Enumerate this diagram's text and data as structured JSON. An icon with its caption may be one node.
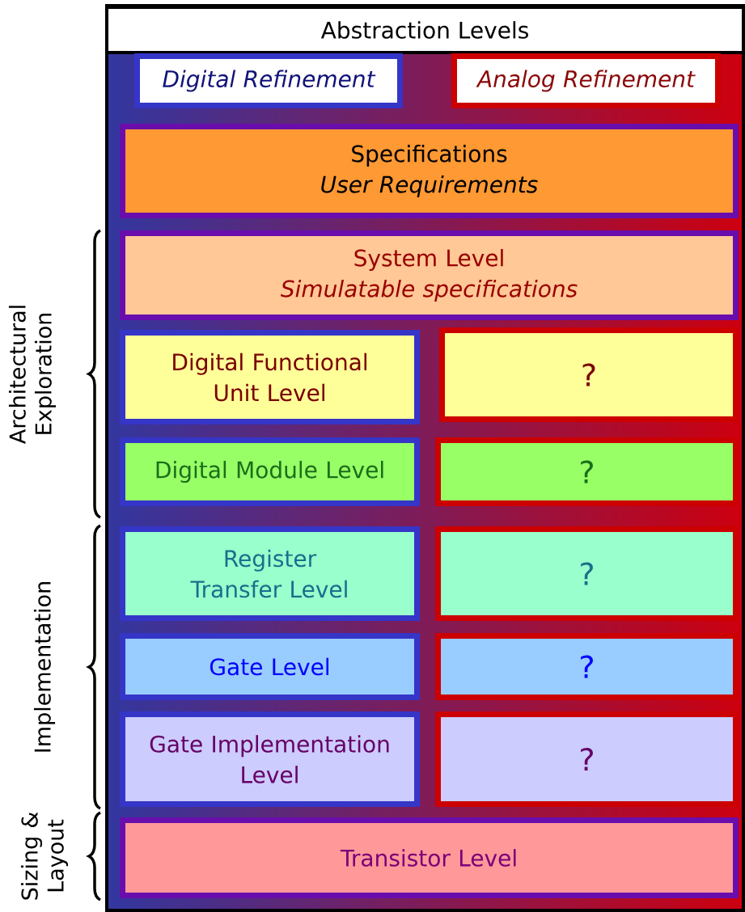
{
  "diagram": {
    "nodes": [
      {
        "text": [
          "Abstraction Levels"
        ]
      },
      {
        "text": [
          "Digital Refinement"
        ],
        "in": 0
      },
      {
        "text": [
          "Analog Refinement"
        ],
        "in": 0
      },
      {
        "text": [
          "Specifications",
          "User Requirements"
        ],
        "in": 0
      },
      {
        "text": [
          "System Level",
          "Simulatable specifications"
        ],
        "in": 0
      },
      {
        "text": [
          "Digital Functional Unit Level"
        ],
        "in": 0
      },
      {
        "text": [
          "?"
        ],
        "in": 0
      },
      {
        "text": [
          "Digital Module Level"
        ],
        "in": 0
      },
      {
        "text": [
          "?"
        ],
        "in": 0
      },
      {
        "text": [
          "Register Transfer Level"
        ],
        "in": 0
      },
      {
        "text": [
          "?"
        ],
        "in": 0
      },
      {
        "text": [
          "Gate Level"
        ],
        "in": 0
      },
      {
        "text": [
          "?"
        ],
        "in": 0
      },
      {
        "text": [
          "Gate Implementation Level"
        ],
        "in": 0
      },
      {
        "text": [
          "?"
        ],
        "in": 0
      },
      {
        "text": [
          "Transistor Level"
        ],
        "in": 0
      }
    ],
    "labels": [
      "Architectural Exploration",
      "Implementation",
      "Sizing & Layout"
    ]
  }
}
